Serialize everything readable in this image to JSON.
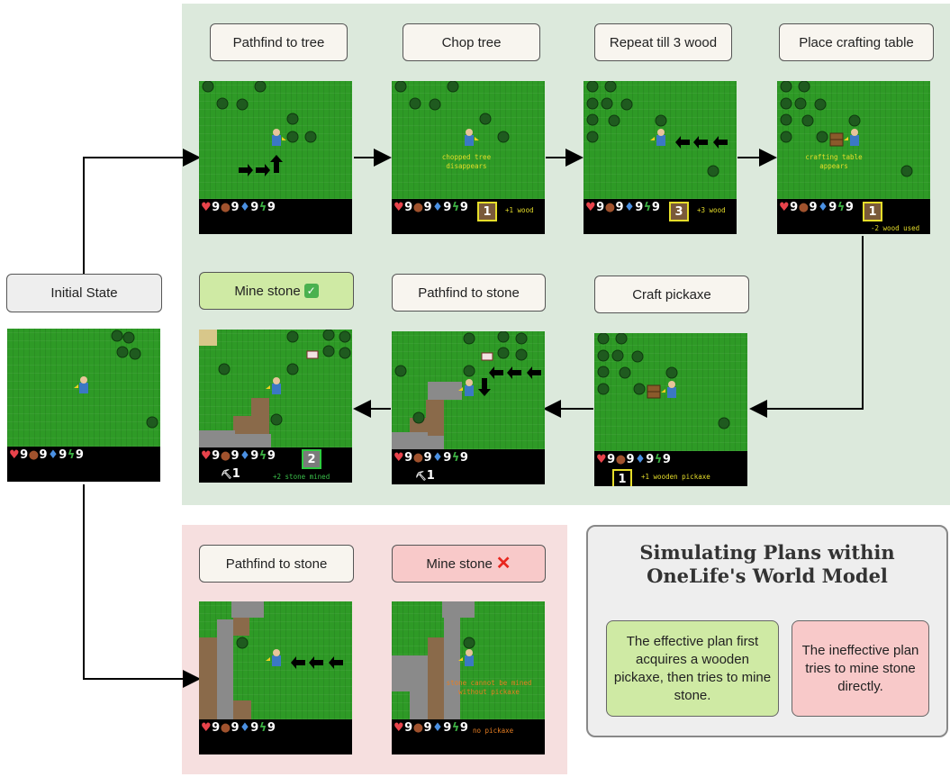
{
  "initial": {
    "label": "Initial State"
  },
  "steps": {
    "pathfind_tree": "Pathfind to tree",
    "chop_tree": "Chop tree",
    "repeat_wood": "Repeat till 3 wood",
    "place_table": "Place crafting table",
    "craft_pickaxe": "Craft pickaxe",
    "pathfind_stone": "Pathfind to stone",
    "mine_stone_good": "Mine stone",
    "pathfind_stone_bad": "Pathfind to stone",
    "mine_stone_bad": "Mine stone"
  },
  "hud": {
    "health": "9",
    "food": "9",
    "drink": "9",
    "energy": "9"
  },
  "notes": {
    "chop_annotation": "chopped tree disappears",
    "chop_inv": "1",
    "chop_gain": "+1 wood",
    "repeat_inv": "3",
    "repeat_gain": "+3 wood",
    "table_annotation": "crafting table appears",
    "table_inv": "1",
    "table_used": "-2 wood used",
    "pickaxe_inv": "1",
    "pickaxe_gain": "+1 wooden pickaxe",
    "stone_pick": "1",
    "mine_pick": "1",
    "mine_inv": "2",
    "mine_gain": "+2 stone mined",
    "fail_annotation": "stone cannot be mined without pickaxe",
    "fail_note": "no pickaxe"
  },
  "info": {
    "title": "Simulating Plans within OneLife's World Model",
    "effective": "The effective plan first acquires a wooden pickaxe, then tries to mine stone.",
    "ineffective": "The ineffective plan tries to mine stone directly."
  },
  "colors": {
    "effective_panel": "#dce9dc",
    "ineffective_panel": "#f6dfdf",
    "grass": "#2e9a26",
    "highlight": "#e6de2a"
  }
}
